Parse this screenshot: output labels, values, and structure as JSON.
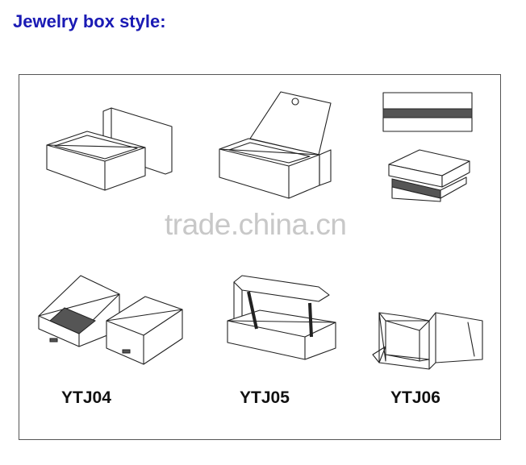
{
  "header": {
    "title": "Jewelry box style:"
  },
  "watermark": "trade.china.cn",
  "models": [
    {
      "code": "YTJ04"
    },
    {
      "code": "YTJ05"
    },
    {
      "code": "YTJ06"
    }
  ]
}
